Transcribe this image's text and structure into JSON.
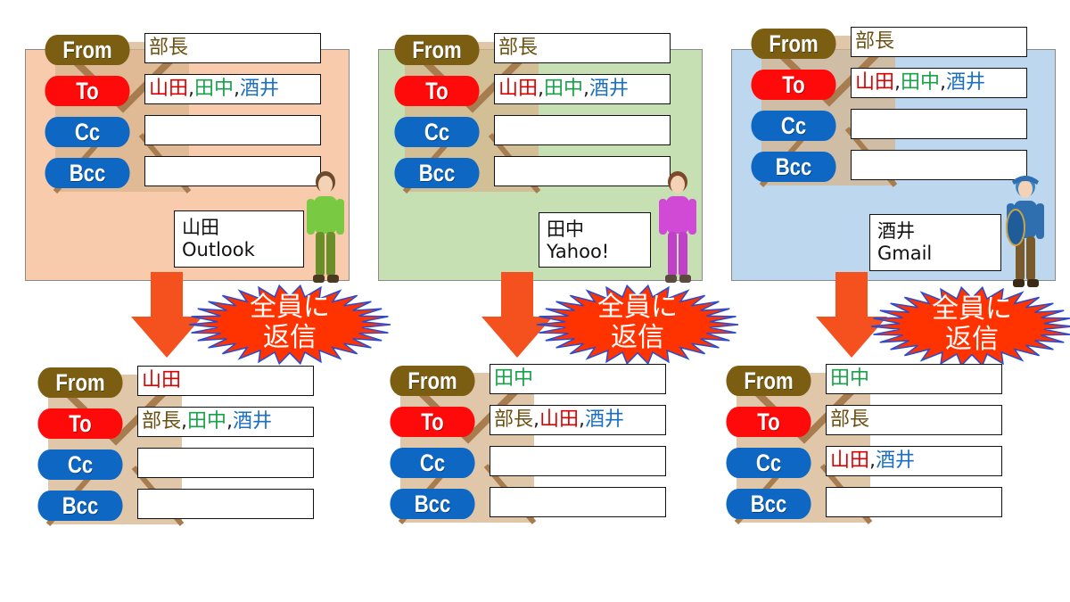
{
  "colors": {
    "from": "#7b5e12",
    "to": "#ff0a0a",
    "ccbcc": "#0d67c3",
    "name_bucho": "#6b4f10",
    "name_yamada": "#e00000",
    "name_tanaka": "#18a24a",
    "name_sakai": "#1a6fc0",
    "bg_left": "#f9cbad",
    "bg_mid": "#c6e0b4",
    "bg_right": "#bdd7ee",
    "arrow": "#f4511e",
    "burst": "#ff3300"
  },
  "field_labels": {
    "from": "From",
    "to": "To",
    "cc": "Cc",
    "bcc": "Bcc"
  },
  "burst_text": {
    "line1": "全員に",
    "line2": "返信"
  },
  "columns": [
    {
      "user": {
        "name": "山田",
        "client": "Outlook"
      },
      "received": {
        "from": [
          {
            "text": "部長",
            "who": "bucho"
          }
        ],
        "to": [
          {
            "text": "山田",
            "who": "yamada"
          },
          {
            "text": "田中",
            "who": "tanaka"
          },
          {
            "text": "酒井",
            "who": "sakai"
          }
        ],
        "cc": [],
        "bcc": []
      },
      "reply": {
        "from": [
          {
            "text": "山田",
            "who": "yamada"
          }
        ],
        "to": [
          {
            "text": "部長",
            "who": "bucho"
          },
          {
            "text": "田中",
            "who": "tanaka"
          },
          {
            "text": "酒井",
            "who": "sakai"
          }
        ],
        "cc": [],
        "bcc": []
      }
    },
    {
      "user": {
        "name": "田中",
        "client": "Yahoo!"
      },
      "received": {
        "from": [
          {
            "text": "部長",
            "who": "bucho"
          }
        ],
        "to": [
          {
            "text": "山田",
            "who": "yamada"
          },
          {
            "text": "田中",
            "who": "tanaka"
          },
          {
            "text": "酒井",
            "who": "sakai"
          }
        ],
        "cc": [],
        "bcc": []
      },
      "reply": {
        "from": [
          {
            "text": "田中",
            "who": "tanaka"
          }
        ],
        "to": [
          {
            "text": "部長",
            "who": "bucho"
          },
          {
            "text": "山田",
            "who": "yamada"
          },
          {
            "text": "酒井",
            "who": "sakai"
          }
        ],
        "cc": [],
        "bcc": []
      }
    },
    {
      "user": {
        "name": "酒井",
        "client": "Gmail"
      },
      "received": {
        "from": [
          {
            "text": "部長",
            "who": "bucho"
          }
        ],
        "to": [
          {
            "text": "山田",
            "who": "yamada"
          },
          {
            "text": "田中",
            "who": "tanaka"
          },
          {
            "text": "酒井",
            "who": "sakai"
          }
        ],
        "cc": [],
        "bcc": []
      },
      "reply": {
        "from": [
          {
            "text": "田中",
            "who": "tanaka"
          }
        ],
        "to": [
          {
            "text": "部長",
            "who": "bucho"
          }
        ],
        "cc": [
          {
            "text": "山田",
            "who": "yamada"
          },
          {
            "text": "酒井",
            "who": "sakai"
          }
        ],
        "bcc": []
      }
    }
  ]
}
